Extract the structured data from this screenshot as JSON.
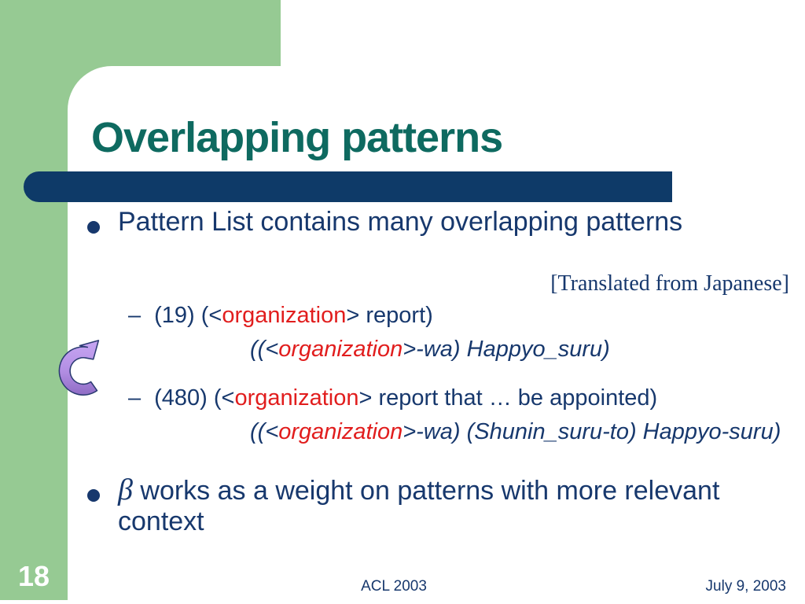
{
  "slide": {
    "title": "Overlapping patterns",
    "bullet1": "Pattern List contains many overlapping patterns",
    "note": "[Translated from Japanese]",
    "items": [
      {
        "dash": "–",
        "pre": "(19) (<",
        "highlight": "organization",
        "post": "> report)",
        "sub_pre": "((<",
        "sub_highlight": "organization",
        "sub_post": ">-wa) Happyo_suru)"
      },
      {
        "dash": "–",
        "pre": "(480) (<",
        "highlight": "organization",
        "post": "> report that … be appointed)",
        "sub_pre": "((<",
        "sub_highlight": "organization",
        "sub_post": ">-wa) (Shunin_suru-to) Happyo-suru)"
      }
    ],
    "beta": {
      "symbol": "β",
      "line1": " works as a weight on patterns with more relevant",
      "line2": "context"
    },
    "footer": {
      "center": "ACL 2003",
      "right": "July 9, 2003",
      "page": "18"
    }
  },
  "icons": {
    "loop_arrow": "circular-arrow"
  },
  "colors": {
    "background_green": "#96CA93",
    "panel_white": "#FFFFFF",
    "title_teal": "#0E6A60",
    "bar_navy": "#0E3A68",
    "text_navy": "#17386D",
    "highlight_red": "#E11D1D",
    "arrow_purple_light": "#C7A6F2",
    "arrow_purple_dark": "#8F6CC4"
  }
}
